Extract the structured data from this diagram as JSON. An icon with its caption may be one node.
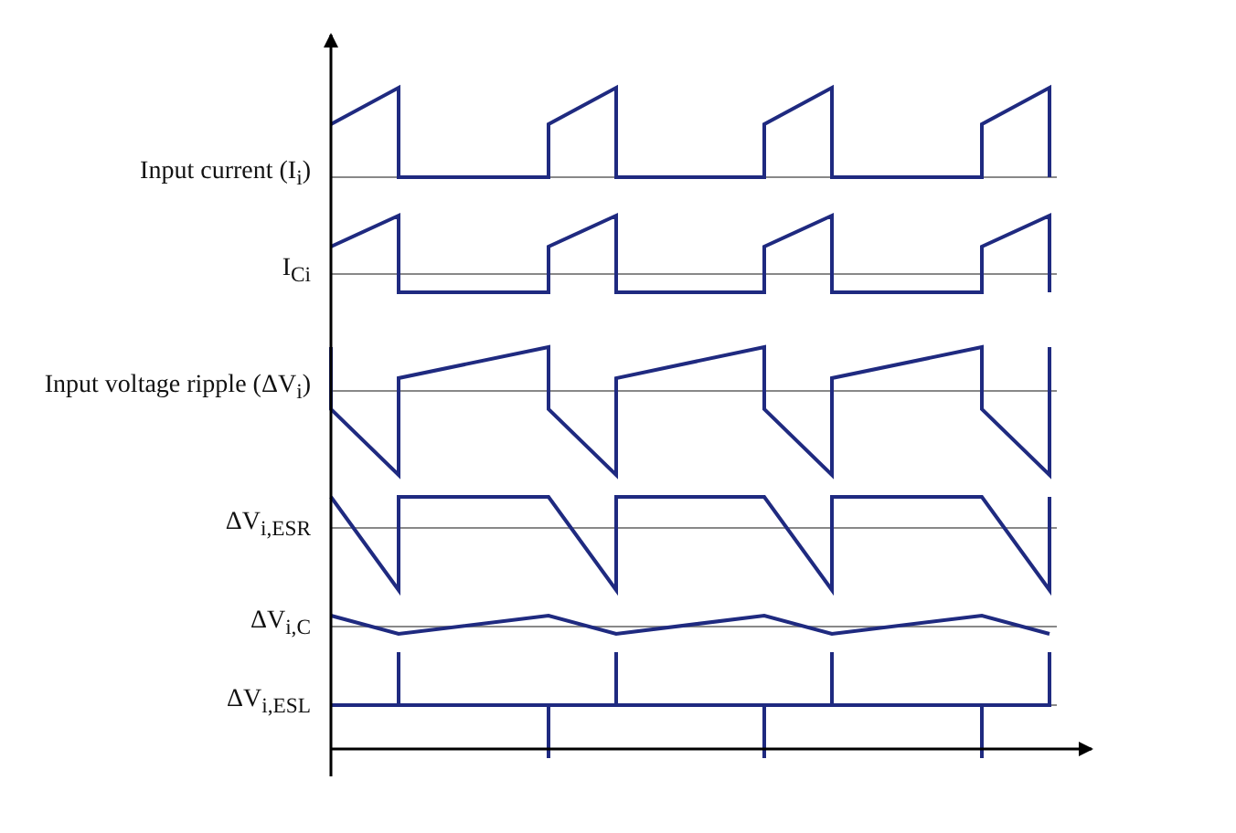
{
  "diagram": {
    "labels": [
      "Input current (I$_{i}$)",
      "I$_{Ci}$",
      "Input voltage ripple (ΔV$_{i}$)",
      "ΔV$_{i,ESR}$",
      "ΔV$_{i,C}$",
      "ΔV$_{i,ESL}$"
    ]
  }
}
